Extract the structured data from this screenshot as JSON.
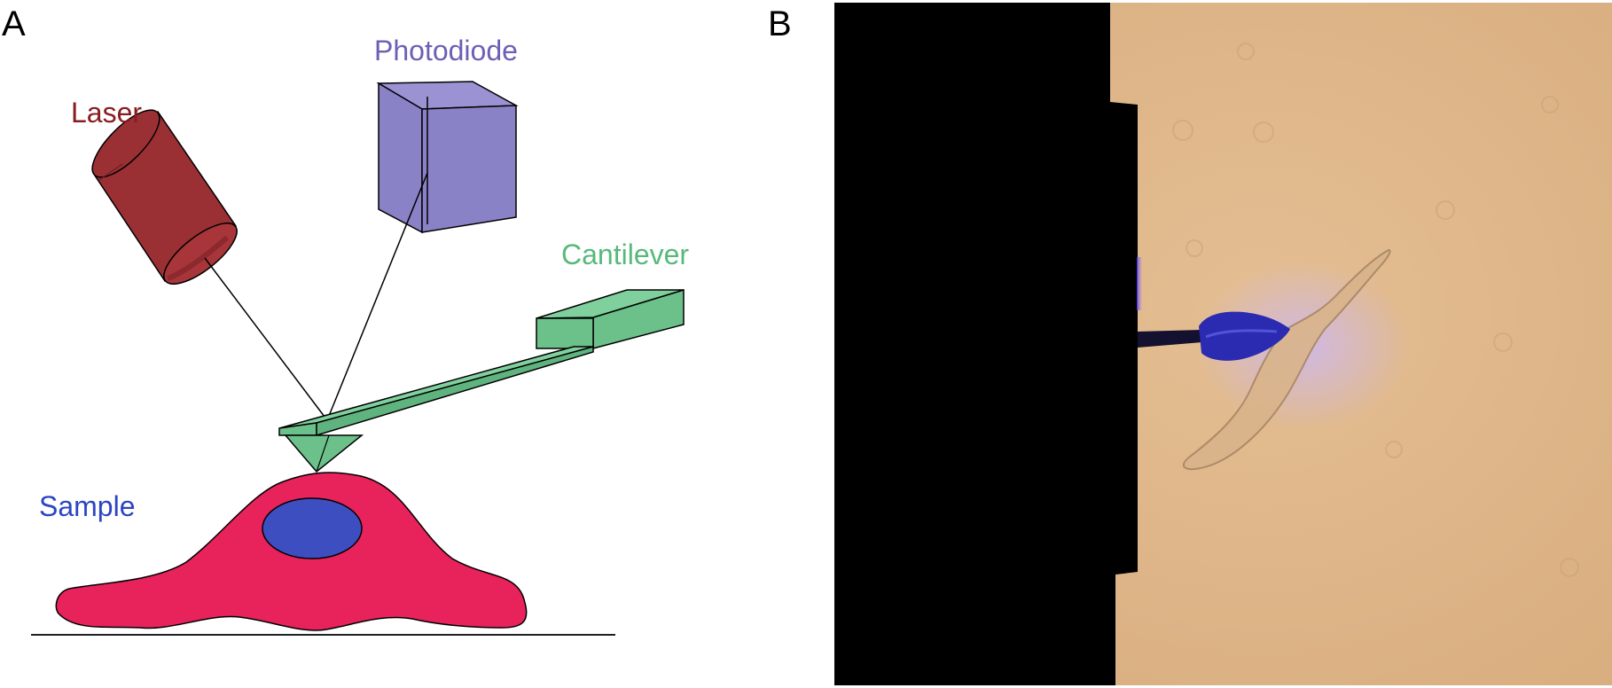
{
  "panels": {
    "a": {
      "letter": "A"
    },
    "b": {
      "letter": "B"
    }
  },
  "labels": {
    "laser": "Laser",
    "photodiode": "Photodiode",
    "cantilever": "Cantilever",
    "sample": "Sample"
  },
  "colors": {
    "laser": "#9b3034",
    "laser_text": "#8a1c20",
    "photodiode": "#8a82c6",
    "photodiode_text": "#6d5fb5",
    "cantilever": "#6cc18b",
    "cantilever_text": "#58b97c",
    "sample_cell": "#e8225a",
    "sample_nucleus": "#3d4ec1",
    "sample_text": "#2c45c4",
    "micrograph_background": "#e0b88a",
    "probe": "#2a2bb0"
  }
}
